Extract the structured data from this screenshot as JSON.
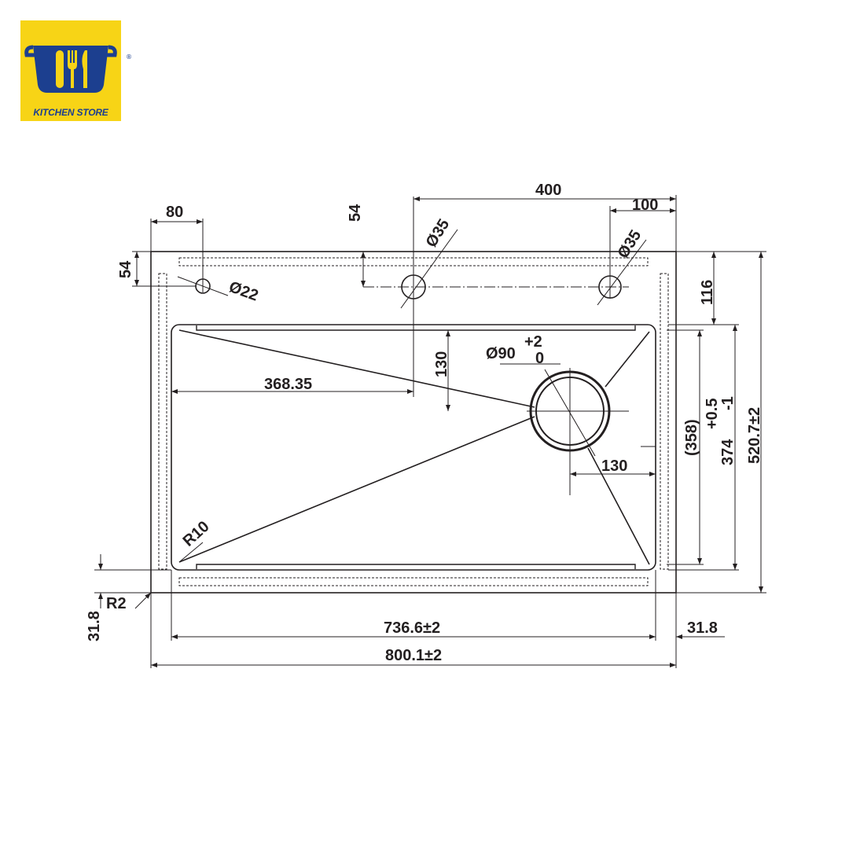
{
  "brand": {
    "name": "KITCHEN STORE",
    "registered_mark": "®",
    "colors": {
      "background": "#f7d416",
      "primary": "#1c3f8f"
    }
  },
  "drawing": {
    "line_color": "#231f20",
    "dimensions": {
      "d400": "400",
      "d100": "100",
      "d80": "80",
      "d54_left": "54",
      "d54_top": "54",
      "dia35_left": "Ø35",
      "dia35_right": "Ø35",
      "dia22": "Ø22",
      "d116": "116",
      "d130_vertical": "130",
      "dia90": "Ø90",
      "dia90_tol_plus": "+2",
      "dia90_tol_zero": "0",
      "d368": "368.35",
      "d358": "(358)",
      "d374": "374",
      "d374_tol_plus": "+0.5",
      "d374_tol_minus": "-1",
      "d520": "520.7±2",
      "d130_horizontal": "130",
      "r10": "R10",
      "r2": "R2",
      "d31_8_left": "31.8",
      "d31_8_right": "31.8",
      "d736": "736.6±2",
      "d800": "800.1±2"
    }
  }
}
